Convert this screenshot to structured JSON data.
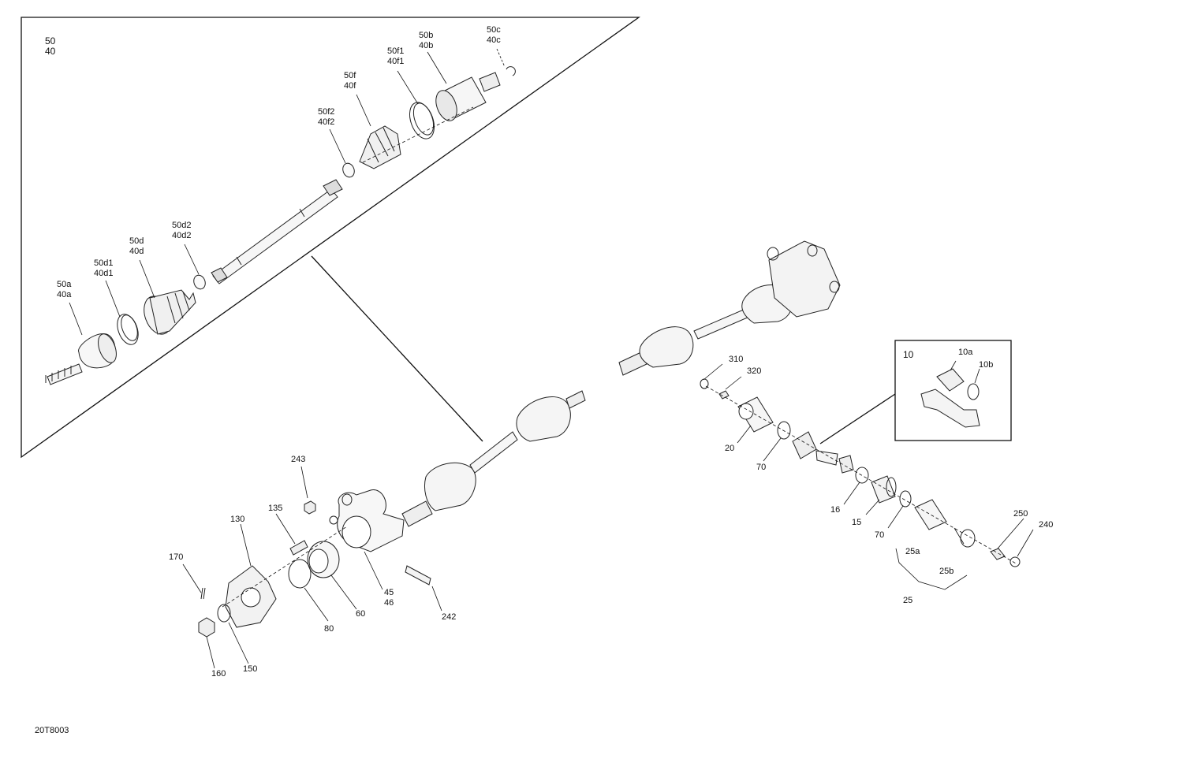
{
  "diagram_id": "20T8003",
  "callouts": [
    {
      "id": "50-40",
      "lines": [
        "50",
        "40"
      ],
      "group": true
    },
    {
      "id": "50a-40a",
      "lines": [
        "50a",
        "40a"
      ]
    },
    {
      "id": "50d1-40d1",
      "lines": [
        "50d1",
        "40d1"
      ]
    },
    {
      "id": "50d-40d",
      "lines": [
        "50d",
        "40d"
      ]
    },
    {
      "id": "50d2-40d2",
      "lines": [
        "50d2",
        "40d2"
      ]
    },
    {
      "id": "50f2-40f2",
      "lines": [
        "50f2",
        "40f2"
      ]
    },
    {
      "id": "50f-40f",
      "lines": [
        "50f",
        "40f"
      ]
    },
    {
      "id": "50f1-40f1",
      "lines": [
        "50f1",
        "40f1"
      ]
    },
    {
      "id": "50b-40b",
      "lines": [
        "50b",
        "40b"
      ]
    },
    {
      "id": "50c-40c",
      "lines": [
        "50c",
        "40c"
      ]
    },
    {
      "id": "310",
      "lines": [
        "310"
      ]
    },
    {
      "id": "320",
      "lines": [
        "320"
      ]
    },
    {
      "id": "20",
      "lines": [
        "20"
      ]
    },
    {
      "id": "70-a",
      "lines": [
        "70"
      ]
    },
    {
      "id": "16",
      "lines": [
        "16"
      ]
    },
    {
      "id": "15",
      "lines": [
        "15"
      ]
    },
    {
      "id": "70-b",
      "lines": [
        "70"
      ]
    },
    {
      "id": "25a",
      "lines": [
        "25a"
      ]
    },
    {
      "id": "25b",
      "lines": [
        "25b"
      ]
    },
    {
      "id": "25",
      "lines": [
        "25"
      ]
    },
    {
      "id": "250",
      "lines": [
        "250"
      ]
    },
    {
      "id": "240",
      "lines": [
        "240"
      ]
    },
    {
      "id": "10",
      "lines": [
        "10"
      ],
      "group": true
    },
    {
      "id": "10a",
      "lines": [
        "10a"
      ]
    },
    {
      "id": "10b",
      "lines": [
        "10b"
      ]
    },
    {
      "id": "243",
      "lines": [
        "243"
      ]
    },
    {
      "id": "135",
      "lines": [
        "135"
      ]
    },
    {
      "id": "130",
      "lines": [
        "130"
      ]
    },
    {
      "id": "170",
      "lines": [
        "170"
      ]
    },
    {
      "id": "45-46",
      "lines": [
        "45",
        "46"
      ]
    },
    {
      "id": "242",
      "lines": [
        "242"
      ]
    },
    {
      "id": "60",
      "lines": [
        "60"
      ]
    },
    {
      "id": "80",
      "lines": [
        "80"
      ]
    },
    {
      "id": "150",
      "lines": [
        "150"
      ]
    },
    {
      "id": "160",
      "lines": [
        "160"
      ]
    }
  ]
}
